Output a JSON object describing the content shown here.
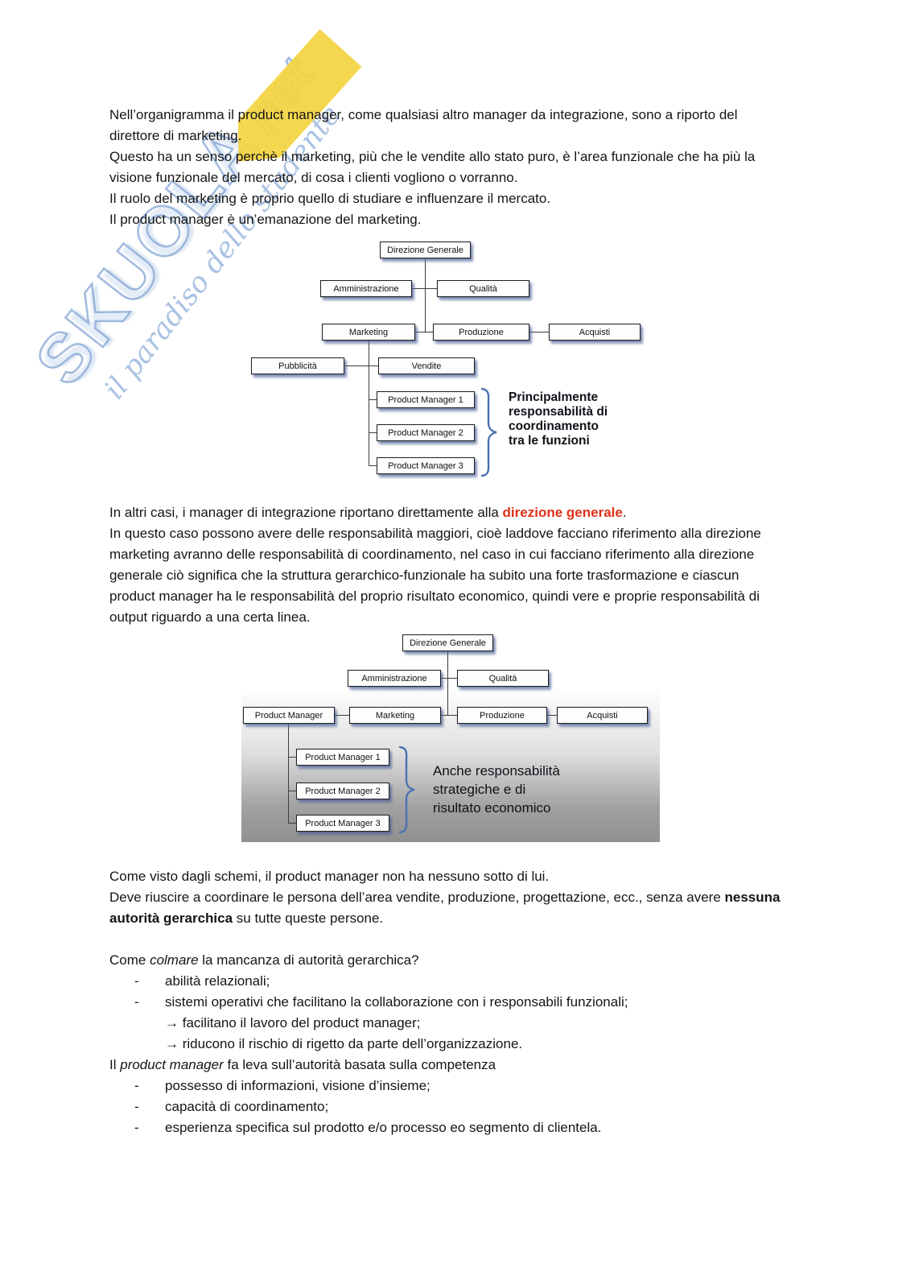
{
  "watermark": {
    "brand": "SKUOLA",
    "brand_suffix": "net",
    "tagline": "il paradiso dello studente"
  },
  "block1": {
    "p1": "Nell’organigramma il product manager, come qualsiasi altro manager da integrazione, sono a riporto del direttore di marketing.",
    "p2": "Questo ha un senso perchè il marketing, più che le vendite allo stato puro, è l’area funzionale che ha più la visione funzionale del mercato, di cosa i clienti vogliono o vorranno.",
    "p3": "Il ruolo del marketing è proprio quello di studiare e influenzare il mercato.",
    "p4": "Il product manager è un’emanazione del marketing."
  },
  "chart1": {
    "nodes": {
      "direzione": "Direzione Generale",
      "amministrazione": "Amministrazione",
      "qualita": "Qualità",
      "marketing": "Marketing",
      "produzione": "Produzione",
      "acquisti": "Acquisti",
      "pubblicita": "Pubblicità",
      "vendite": "Vendite",
      "pm1": "Product Manager 1",
      "pm2": "Product Manager 2",
      "pm3": "Product Manager 3"
    },
    "caption_lines": [
      "Principalmente",
      "responsabilità di",
      "coordinamento",
      "tra le funzioni"
    ]
  },
  "block2": {
    "p1_a": "In altri casi, i manager di integrazione riportano direttamente alla ",
    "p1_red": "direzione generale",
    "p1_b": ".",
    "p2": "In questo caso possono avere delle responsabilità maggiori, cioè laddove facciano riferimento alla direzione marketing avranno delle responsabilità di coordinamento, nel caso in cui facciano riferimento alla direzione generale ciò significa che la struttura gerarchico-funzionale ha subito una forte trasformazione e ciascun product manager ha le responsabilità del proprio risultato economico, quindi vere e proprie responsabilità di output riguardo a una certa linea."
  },
  "chart2": {
    "nodes": {
      "direzione": "Direzione Generale",
      "amministrazione": "Amministrazione",
      "qualita": "Qualità",
      "product_manager": "Product Manager",
      "marketing": "Marketing",
      "produzione": "Produzione",
      "acquisti": "Acquisti",
      "pm1": "Product Manager 1",
      "pm2": "Product Manager 2",
      "pm3": "Product Manager 3"
    },
    "caption_lines": [
      "Anche responsabilità",
      "strategiche e di",
      "risultato economico"
    ]
  },
  "block3": {
    "p1": "Come visto dagli schemi, il product manager non ha nessuno sotto di lui.",
    "p2_a": "Deve riuscire a coordinare le persona dell’area vendite, produzione, progettazione, ecc., senza avere ",
    "p2_bold": "nessuna autorità gerarchica",
    "p2_b": " su tutte queste persone."
  },
  "block4": {
    "dash": "-",
    "q_a": "Come ",
    "q_it": "colmare",
    "q_b": " la mancanza di autorità gerarchica?",
    "bullet1": "abilità relazionali;",
    "bullet2": "sistemi operativi che facilitano la collaborazione con i responsabili funzionali;",
    "arrow1": "→ facilitano il lavoro del product manager;",
    "arrow2": "→ riducono il rischio di rigetto da parte dell’organizzazione.",
    "lev_a": "Il ",
    "lev_it": "product manager",
    "lev_b": " fa leva sull’autorità basata sulla competenza",
    "bullet3": "possesso di informazioni, visione d’insieme;",
    "bullet4": "capacità di coordinamento;",
    "bullet5": "esperienza specifica sul prodotto e/o processo eo segmento di clientela."
  },
  "colors": {
    "accent_red": "#e23119",
    "brace_blue": "#4a72b2",
    "watermark_blue": "#88aad8",
    "pencil_yellow": "#f4d440"
  }
}
